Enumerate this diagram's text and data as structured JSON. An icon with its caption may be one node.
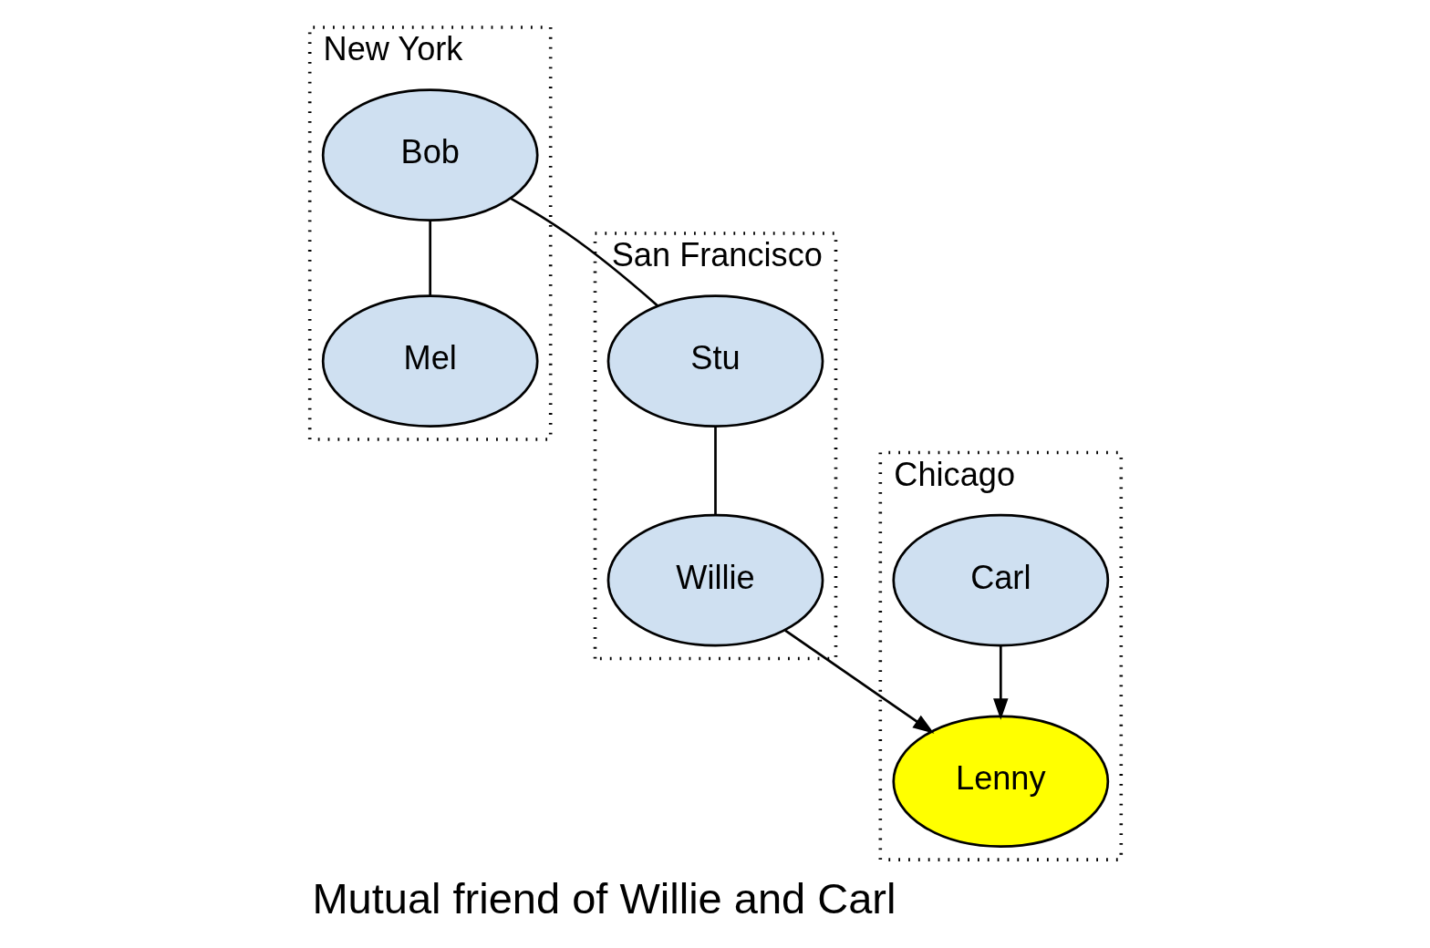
{
  "diagram": {
    "caption": "Mutual friend of Willie and Carl",
    "nodes": [
      {
        "text": [
          "New York"
        ]
      },
      {
        "text": [
          "Bob"
        ],
        "in": 0
      },
      {
        "text": [
          "Mel"
        ],
        "in": 0
      },
      {
        "text": [
          "San Francisco"
        ]
      },
      {
        "text": [
          "Stu"
        ],
        "in": 3
      },
      {
        "text": [
          "Willie"
        ],
        "in": 3
      },
      {
        "text": [
          "Chicago"
        ]
      },
      {
        "text": [
          "Lenny"
        ],
        "in": 6
      },
      {
        "text": [
          "Carl"
        ],
        "in": 6
      }
    ],
    "edges": [
      {
        "from": 1,
        "to": 4,
        "arrow": "none"
      },
      {
        "from": 1,
        "to": 2,
        "arrow": "none"
      },
      {
        "from": 4,
        "to": 5,
        "arrow": "none"
      },
      {
        "from": 5,
        "to": 7,
        "arrow": "to"
      },
      {
        "from": 8,
        "to": 7,
        "arrow": "to"
      }
    ]
  }
}
